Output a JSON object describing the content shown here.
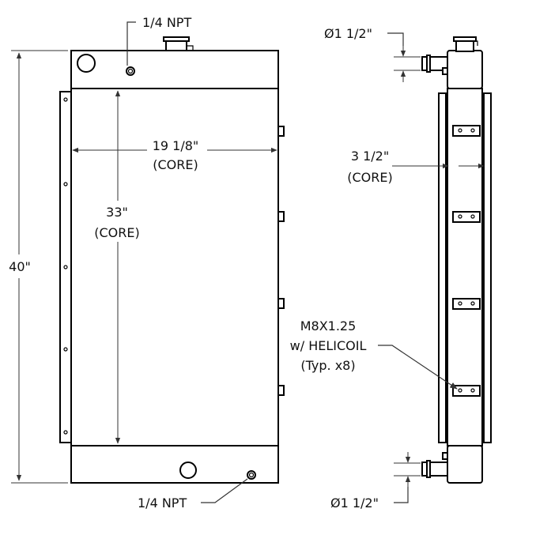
{
  "labels": {
    "top_fitting": "1/4 NPT",
    "bottom_fitting": "1/4 NPT",
    "core_width": "19 1/8\"",
    "core_width_note": "(CORE)",
    "core_height": "33\"",
    "core_height_note": "(CORE)",
    "overall_height": "40\"",
    "core_depth": "3 1/2\"",
    "core_depth_note": "(CORE)",
    "inlet_diameter": "Ø1 1/2\"",
    "outlet_diameter": "Ø1 1/2\"",
    "mount_thread": "M8X1.25",
    "mount_insert": "w/ HELICOIL",
    "mount_qty": "(Typ. x8)"
  }
}
